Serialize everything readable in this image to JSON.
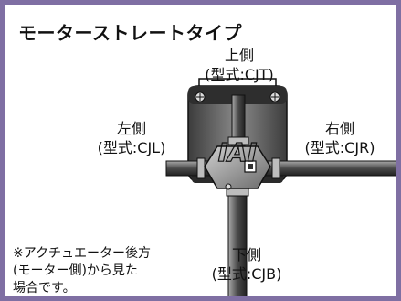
{
  "title": "モーターストレートタイプ",
  "labels": {
    "top": {
      "name": "上側",
      "model": "(型式:CJT)"
    },
    "left": {
      "name": "左側",
      "model": "(型式:CJL)"
    },
    "right": {
      "name": "右側",
      "model": "(型式:CJR)"
    },
    "bottom": {
      "name": "下側",
      "model": "(型式:CJB)"
    }
  },
  "note": {
    "line1": "※アクチュエーター後方",
    "line2": "(モーター側)から見た",
    "line3": "場合です。"
  },
  "colors": {
    "frame": "#7f6fa3",
    "panel": "#ffffff",
    "body_dark": "#4b4b4b",
    "body_light": "#9a9a9a",
    "cable": "#6a6a6a"
  }
}
